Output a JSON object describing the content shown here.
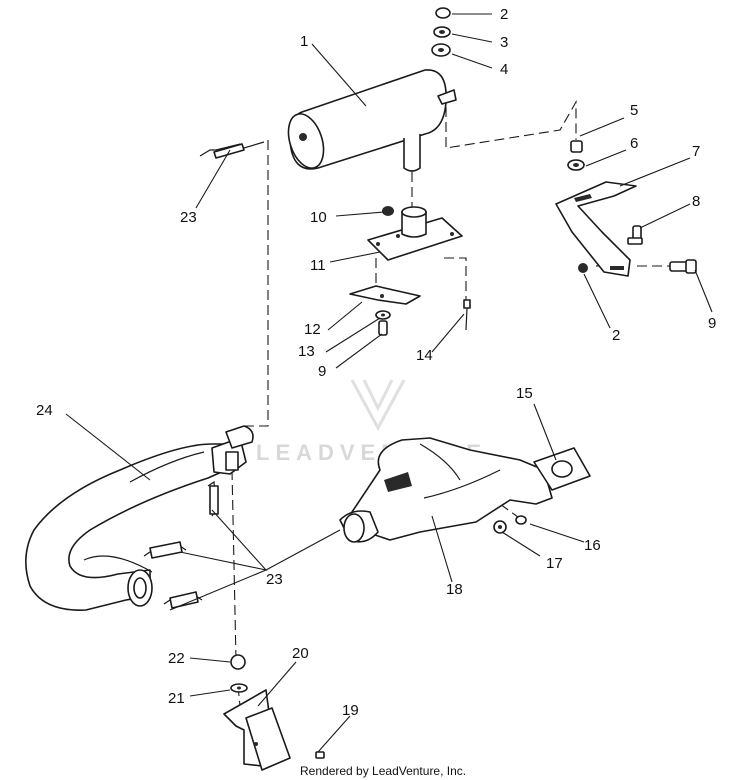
{
  "diagram": {
    "callouts": [
      {
        "id": "c2a",
        "label": "2"
      },
      {
        "id": "c3",
        "label": "3"
      },
      {
        "id": "c4",
        "label": "4"
      },
      {
        "id": "c1",
        "label": "1"
      },
      {
        "id": "c5",
        "label": "5"
      },
      {
        "id": "c6",
        "label": "6"
      },
      {
        "id": "c7",
        "label": "7"
      },
      {
        "id": "c8",
        "label": "8"
      },
      {
        "id": "c9a",
        "label": "9"
      },
      {
        "id": "c2b",
        "label": "2"
      },
      {
        "id": "c10",
        "label": "10"
      },
      {
        "id": "c11",
        "label": "11"
      },
      {
        "id": "c12",
        "label": "12"
      },
      {
        "id": "c13",
        "label": "13"
      },
      {
        "id": "c9b",
        "label": "9"
      },
      {
        "id": "c14",
        "label": "14"
      },
      {
        "id": "c23a",
        "label": "23"
      },
      {
        "id": "c24",
        "label": "24"
      },
      {
        "id": "c15",
        "label": "15"
      },
      {
        "id": "c16",
        "label": "16"
      },
      {
        "id": "c17",
        "label": "17"
      },
      {
        "id": "c18",
        "label": "18"
      },
      {
        "id": "c23b",
        "label": "23"
      },
      {
        "id": "c22",
        "label": "22"
      },
      {
        "id": "c20",
        "label": "20"
      },
      {
        "id": "c21",
        "label": "21"
      },
      {
        "id": "c19",
        "label": "19"
      }
    ]
  },
  "watermark": {
    "text": "LEADVENTURE"
  },
  "footer": {
    "credit": "Rendered by LeadVenture, Inc."
  }
}
